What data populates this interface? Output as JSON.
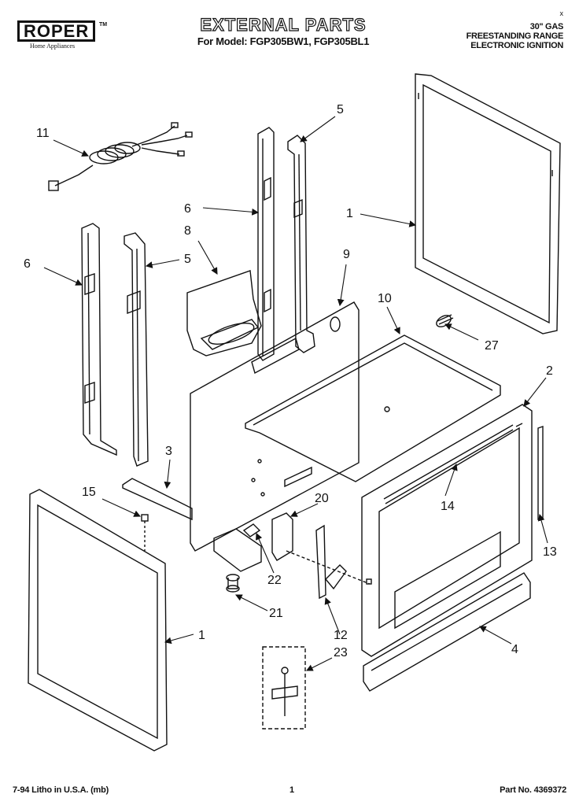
{
  "brand": {
    "logo_text": "ROPER",
    "trademark": "TM",
    "subtitle": "Home Appliances"
  },
  "header": {
    "title": "EXTERNAL PARTS",
    "model_line": "For Model: FGP305BW1, FGP305BL1"
  },
  "spec": {
    "line1": "30\" GAS",
    "line2": "FREESTANDING RANGE",
    "line3": "ELECTRONIC IGNITION"
  },
  "corner_mark": "x",
  "footer": {
    "left": "7-94 Litho in U.S.A. (mb)",
    "center": "1",
    "right": "Part No. 4369372"
  },
  "callouts": {
    "c11": "11",
    "c5a": "5",
    "c6a": "6",
    "c1a": "1",
    "c8": "8",
    "c6b": "6",
    "c5b": "5",
    "c9": "9",
    "c10": "10",
    "c27": "27",
    "c2": "2",
    "c3": "3",
    "c15": "15",
    "c20": "20",
    "c14": "14",
    "c13": "13",
    "c22": "22",
    "c21": "21",
    "c1b": "1",
    "c12": "12",
    "c23": "23",
    "c4": "4"
  }
}
